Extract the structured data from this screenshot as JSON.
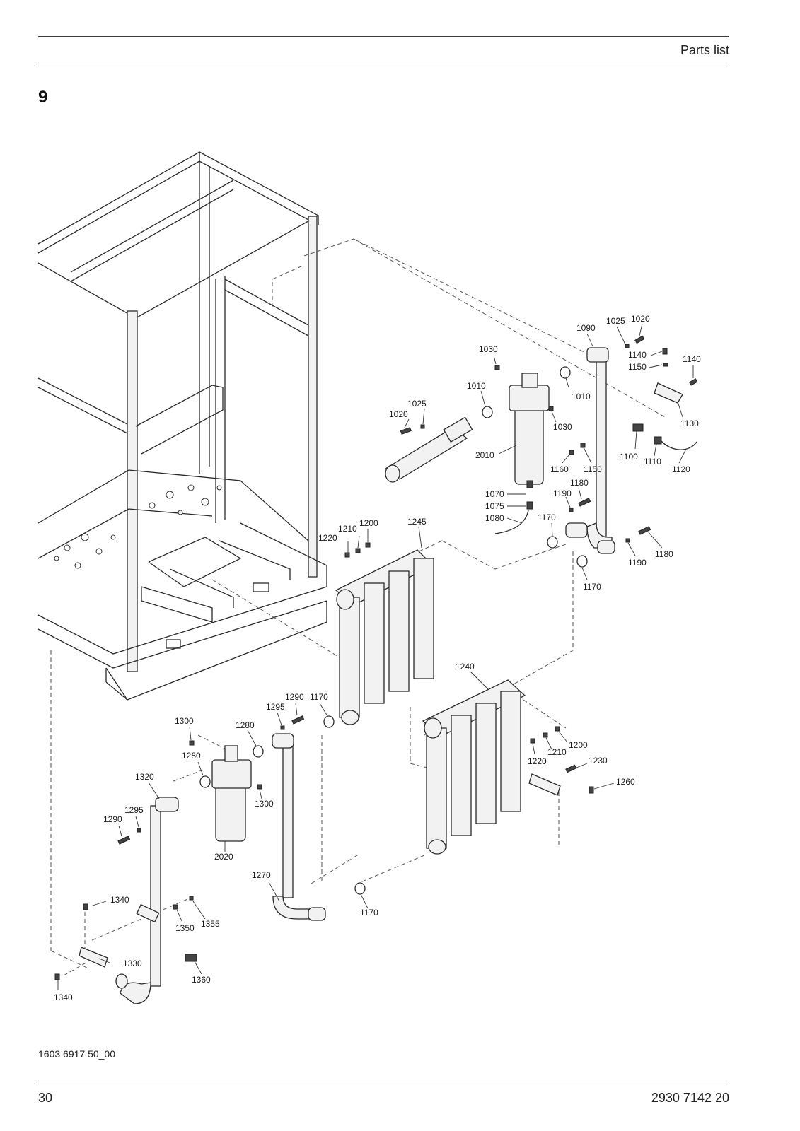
{
  "header": {
    "section_title": "Parts list"
  },
  "section_number": "9",
  "footer": {
    "drawing_id": "1603 6917 50_00",
    "page_number": "30",
    "doc_number": "2930 7142 20"
  },
  "callouts": [
    "1010",
    "1010",
    "1020",
    "1020",
    "1025",
    "1025",
    "1030",
    "1030",
    "1070",
    "1075",
    "1080",
    "1090",
    "1100",
    "1110",
    "1120",
    "1130",
    "1140",
    "1140",
    "1150",
    "1150",
    "1160",
    "1170",
    "1170",
    "1170",
    "1170",
    "1180",
    "1180",
    "1190",
    "1190",
    "1200",
    "1200",
    "1210",
    "1210",
    "1220",
    "1220",
    "1230",
    "1240",
    "1245",
    "1260",
    "1270",
    "1280",
    "1280",
    "1290",
    "1290",
    "1295",
    "1295",
    "1300",
    "1300",
    "1320",
    "1330",
    "1340",
    "1340",
    "1350",
    "1355",
    "1360",
    "2010",
    "2020"
  ]
}
